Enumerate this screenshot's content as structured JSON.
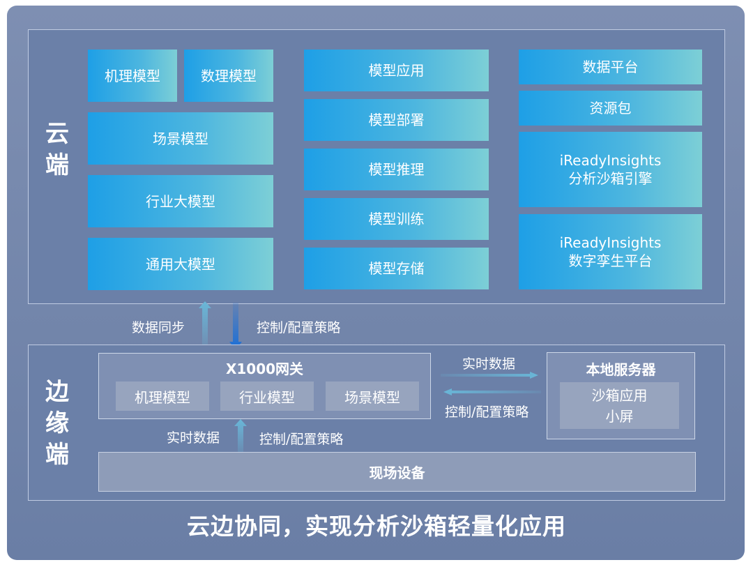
{
  "cloud": {
    "label": "云\n端",
    "col1": {
      "row1": [
        "机理模型",
        "数理模型"
      ],
      "items": [
        "场景模型",
        "行业大模型",
        "通用大模型"
      ]
    },
    "col2": {
      "items": [
        "模型应用",
        "模型部署",
        "模型推理",
        "模型训练",
        "模型存储"
      ]
    },
    "col3": {
      "items": [
        "数据平台",
        "资源包",
        "iReadyInsights\n分析沙箱引擎",
        "iReadyInsights\n数字孪生平台"
      ]
    }
  },
  "sync": {
    "up_label": "数据同步",
    "down_label": "控制/配置策略"
  },
  "edge": {
    "label": "边\n缘\n端",
    "gateway": {
      "title": "X1000网关",
      "items": [
        "机理模型",
        "行业模型",
        "场景模型"
      ]
    },
    "server": {
      "title": "本地服务器",
      "app": "沙箱应用\n小屏"
    },
    "gw_server_top": "实时数据",
    "gw_server_bottom": "控制/配置策略",
    "device_up": "实时数据",
    "device_down": "控制/配置策略",
    "device": "现场设备"
  },
  "footer": "云边协同，实现分析沙箱轻量化应用",
  "colors": {
    "frame": "#7a8bb0",
    "tile_blue": "#1e9fe6",
    "tile_teal": "#7dcfd6",
    "arrow_up": "#69b7d8",
    "arrow_down": "#1a6fd8"
  }
}
